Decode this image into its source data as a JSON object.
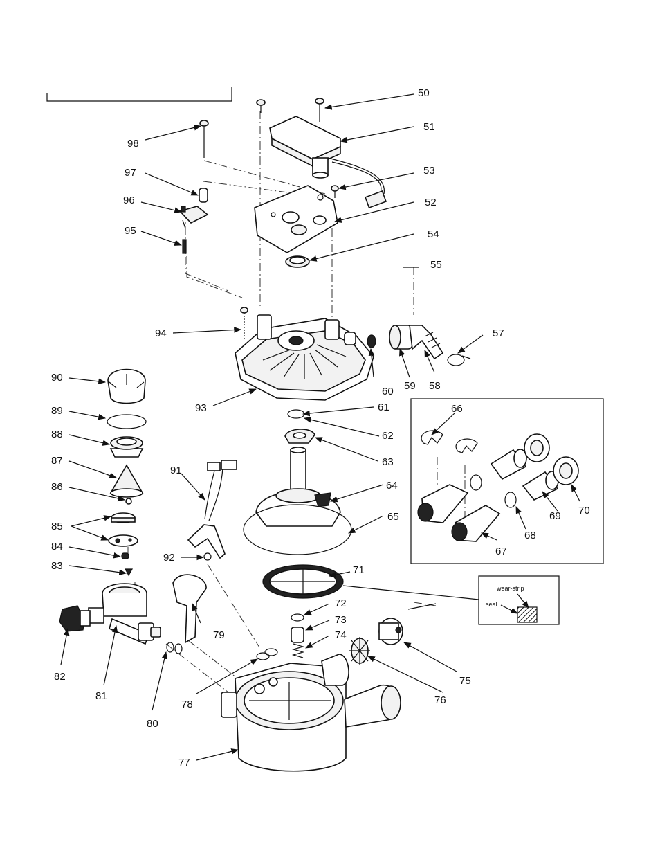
{
  "labels": {
    "p50": "50",
    "p51": "51",
    "p52": "52",
    "p53": "53",
    "p54": "54",
    "p55": "55",
    "p57": "57",
    "p58": "58",
    "p59": "59",
    "p60": "60",
    "p61": "61",
    "p62": "62",
    "p63": "63",
    "p64": "64",
    "p65": "65",
    "p66": "66",
    "p67": "67",
    "p68": "68",
    "p69": "69",
    "p70": "70",
    "p71": "71",
    "p72": "72",
    "p73": "73",
    "p74": "74",
    "p75": "75",
    "p76": "76",
    "p77": "77",
    "p78": "78",
    "p79": "79",
    "p80": "80",
    "p81": "81",
    "p82": "82",
    "p83": "83",
    "p84": "84",
    "p85": "85",
    "p86": "86",
    "p87": "87",
    "p88": "88",
    "p89": "89",
    "p90": "90",
    "p91": "91",
    "p92": "92",
    "p93": "93",
    "p94": "94",
    "p95": "95",
    "p96": "96",
    "p97": "97",
    "p98": "98"
  },
  "inset_labels": {
    "wear_strip": "wear-strip",
    "seal": "seal"
  }
}
